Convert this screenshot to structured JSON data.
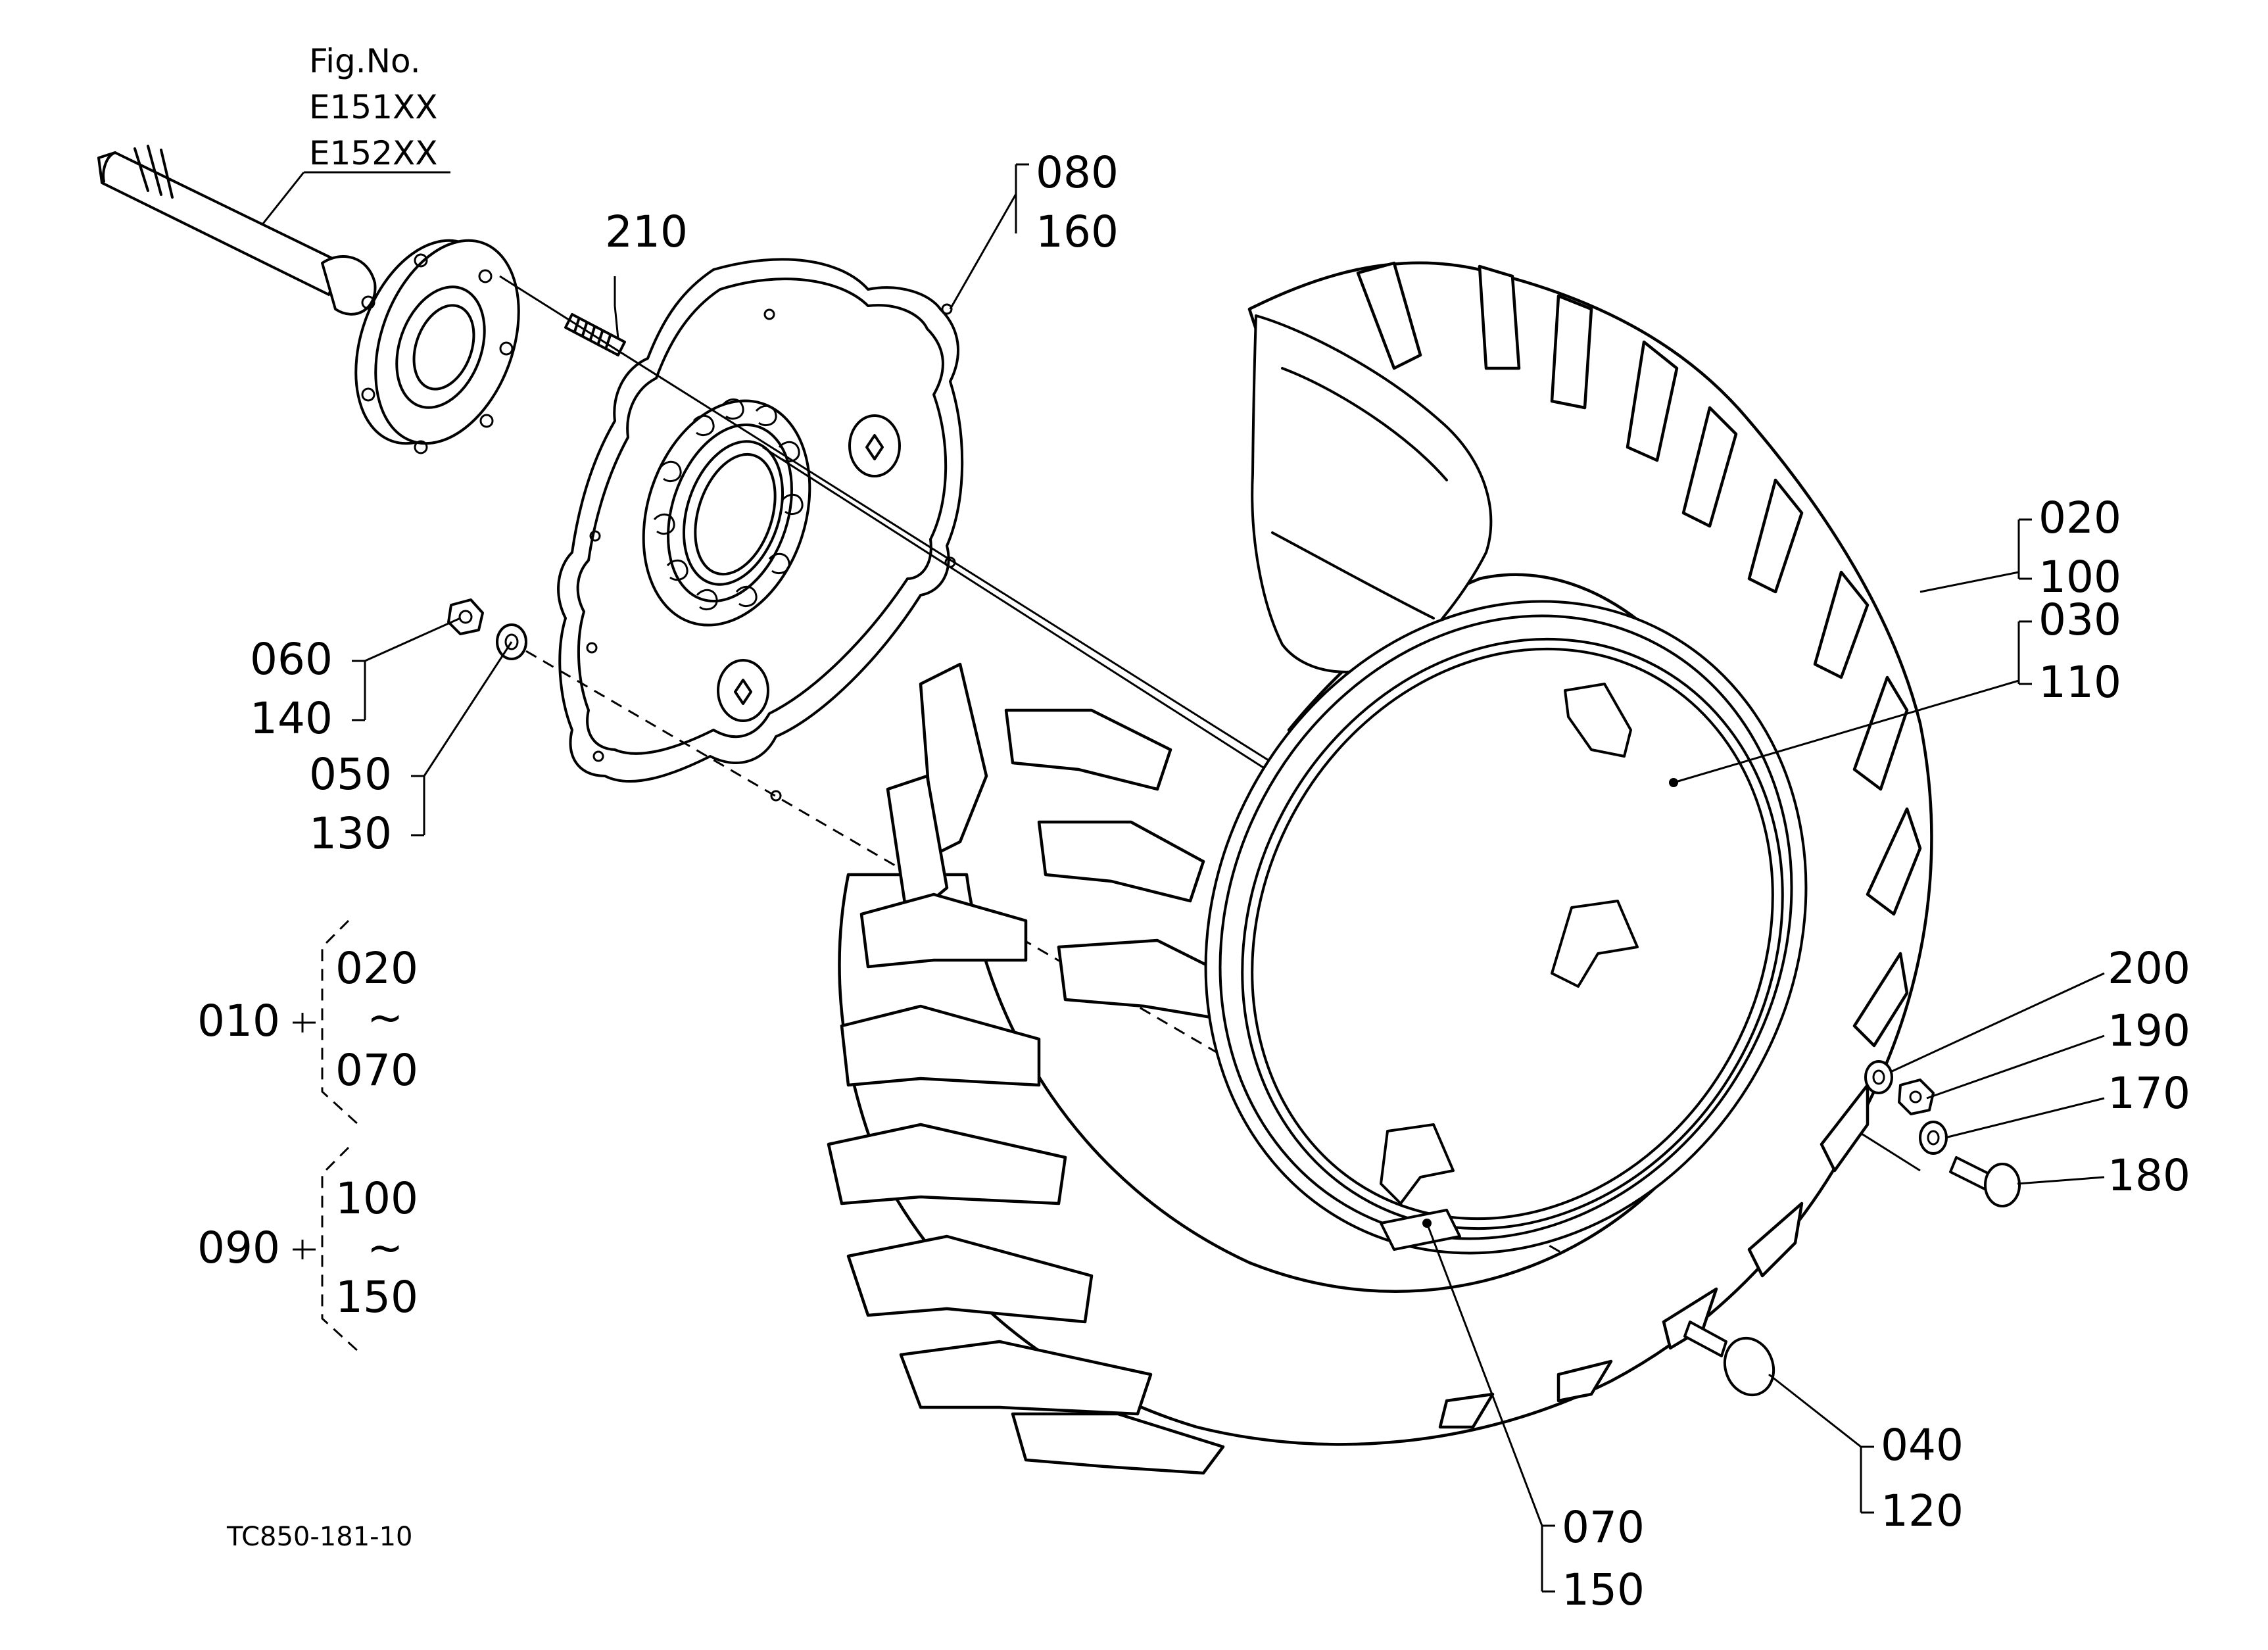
{
  "figure": {
    "fig_no_label": "Fig.No.",
    "fig_numbers": [
      "E151XX",
      "E152XX"
    ],
    "drawing_code": "TC850-181-10"
  },
  "callouts": {
    "p080": "080",
    "p160": "160",
    "p210": "210",
    "p020": "020",
    "p100": "100",
    "p030": "030",
    "p110": "110",
    "p060": "060",
    "p140": "140",
    "p050": "050",
    "p130": "130",
    "p200": "200",
    "p190": "190",
    "p170": "170",
    "p180": "180",
    "p040": "040",
    "p120": "120",
    "p070": "070",
    "p150": "150"
  },
  "groups": [
    {
      "id": "010",
      "from": "020",
      "sep": "~",
      "to": "070"
    },
    {
      "id": "090",
      "from": "100",
      "sep": "~",
      "to": "150"
    }
  ]
}
